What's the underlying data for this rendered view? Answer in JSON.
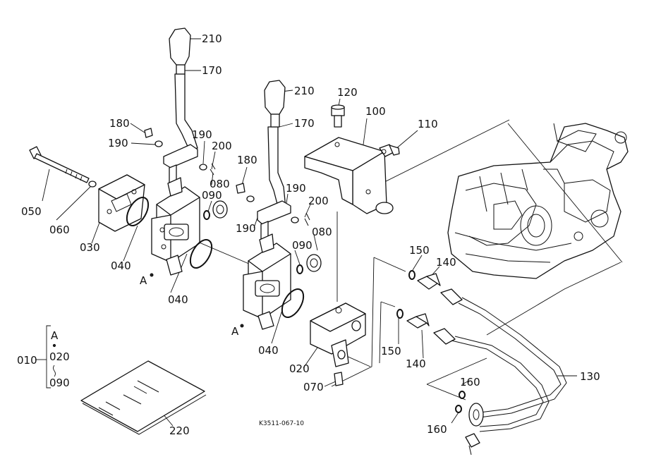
{
  "labels": {
    "p210a": "210",
    "p170a": "170",
    "p210b": "210",
    "p170b": "170",
    "p120": "120",
    "p100": "100",
    "p110": "110",
    "p180a": "180",
    "p190a": "190",
    "p190b": "190",
    "p200a": "200",
    "p180b": "180",
    "p080a": "080",
    "p090a": "090",
    "p190c": "190",
    "p190d": "190",
    "p200b": "200",
    "p080b": "080",
    "p090b": "090",
    "p050": "050",
    "p060": "060",
    "p030": "030",
    "p040a": "040",
    "p040b": "040",
    "p040c": "040",
    "markA1": "A",
    "markA2": "A",
    "p150a": "150",
    "p140a": "140",
    "p150b": "150",
    "p140b": "140",
    "p020": "020",
    "p070": "070",
    "p130": "130",
    "p160a": "160",
    "p160b": "160",
    "p010": "010",
    "kitA": "A",
    "kit020": "020",
    "kit090": "090",
    "p220": "220"
  },
  "diagram_code": "K3511-067-10"
}
